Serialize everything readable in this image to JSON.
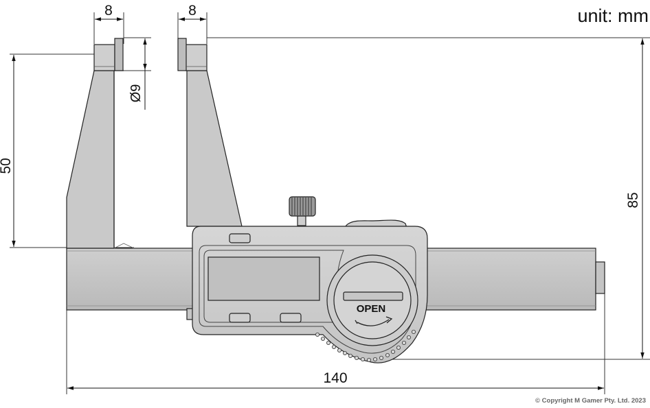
{
  "unit": "unit: mm",
  "dimensions": {
    "tip_width_left": "8",
    "tip_width_right": "8",
    "tip_diameter": "Ø9",
    "jaw_depth": "50",
    "total_height": "85",
    "total_length": "140"
  },
  "display": {
    "battery_label": "OPEN"
  },
  "copyright": "© Copyright M Gamer Pty. Ltd. 2023"
}
